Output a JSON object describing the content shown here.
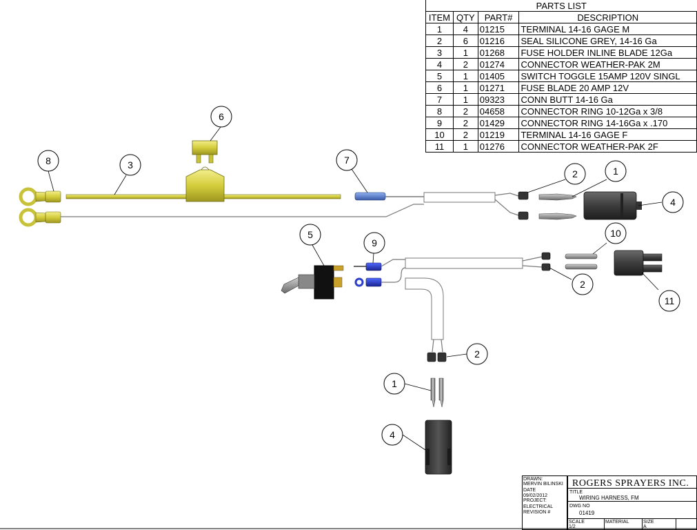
{
  "parts_list": {
    "title": "PARTS LIST",
    "columns": [
      "ITEM",
      "QTY",
      "PART#",
      "DESCRIPTION"
    ],
    "rows": [
      {
        "item": "1",
        "qty": "4",
        "part": "01215",
        "description": "TERMINAL 14-16 GAGE M"
      },
      {
        "item": "2",
        "qty": "6",
        "part": "01216",
        "description": "SEAL SILICONE GREY, 14-16 Ga"
      },
      {
        "item": "3",
        "qty": "1",
        "part": "01268",
        "description": "FUSE HOLDER INLINE BLADE 12Ga"
      },
      {
        "item": "4",
        "qty": "2",
        "part": "01274",
        "description": "CONNECTOR WEATHER-PAK 2M"
      },
      {
        "item": "5",
        "qty": "1",
        "part": "01405",
        "description": "SWITCH TOGGLE 15AMP 120V SINGL"
      },
      {
        "item": "6",
        "qty": "1",
        "part": "01271",
        "description": "FUSE BLADE 20 AMP 12V"
      },
      {
        "item": "7",
        "qty": "1",
        "part": "09323",
        "description": "CONN BUTT 14-16 Ga"
      },
      {
        "item": "8",
        "qty": "2",
        "part": "04658",
        "description": "CONNECTOR RING 10-12Ga x 3/8"
      },
      {
        "item": "9",
        "qty": "2",
        "part": "01429",
        "description": "CONNECTOR RING 14-16Ga x .170"
      },
      {
        "item": "10",
        "qty": "2",
        "part": "01219",
        "description": "TERMINAL 14-16 GAGE F"
      },
      {
        "item": "11",
        "qty": "1",
        "part": "01276",
        "description": "CONNECTOR WEATHER-PAK 2F"
      }
    ]
  },
  "balloons": [
    "8",
    "3",
    "6",
    "7",
    "2",
    "1",
    "4",
    "5",
    "9",
    "10",
    "2",
    "11",
    "2",
    "1",
    "4"
  ],
  "title_block": {
    "drawn_label": "DRAWN:",
    "drawn_by": "MERVIN BILINSKI",
    "date_label": "DATE",
    "date": "09/02/2012",
    "project_label": "PROJECT:",
    "project": "ELECTRICAL",
    "revision_label": "REVISION #",
    "company": "ROGERS SPRAYERS INC.",
    "title_label": "TITLE",
    "title": "WIRING HARNESS, FM",
    "dwg_label": "DWG NO",
    "dwg_no": "01419",
    "scale_label": "SCALE",
    "scale": "1/2",
    "material_label": "MATERIAL",
    "size_label": "SIZE",
    "size": "A"
  },
  "colors": {
    "fuse_yellow": "#d8d24a",
    "butt_blue": "#5b7fc4",
    "ring_blue": "#2b3fc8",
    "connector_grey": "#3a3a3a",
    "wire_grey": "#ffffff"
  }
}
